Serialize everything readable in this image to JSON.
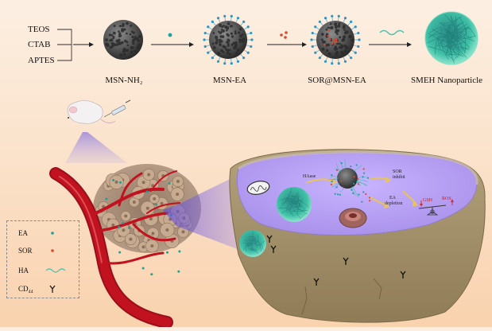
{
  "reagents": [
    "TEOS",
    "CTAB",
    "APTES"
  ],
  "stages": [
    {
      "label": "MSN-NH₂"
    },
    {
      "label": "MSN-EA"
    },
    {
      "label": "SOR@MSN-EA"
    },
    {
      "label": "SMEH Nanoparticle"
    }
  ],
  "cell_labels": {
    "haase": "HAase",
    "sor_inhibit_line1": "SOR",
    "sor_inhibit_line2": "inhibit",
    "ea_depletion_line1": "EA",
    "ea_depletion_line2": "depletion",
    "gsh": "GSH",
    "ros": "ROS"
  },
  "legend": [
    {
      "label": "EA",
      "marker": "dot",
      "color": "#19a39a"
    },
    {
      "label": "SOR",
      "marker": "dot",
      "color": "#e0452f"
    },
    {
      "label": "HA",
      "marker": "wave",
      "color": "#4fc1aa"
    },
    {
      "label": "CD₄₄",
      "marker": "antibody",
      "color": "#111111"
    }
  ],
  "colors": {
    "ea_dot": "#19a39a",
    "sor_dot": "#e0452f",
    "ha_strand": "#4fc1aa",
    "nanoparticle_core": "#5a5a5a",
    "cell_membrane": "#9a8a69",
    "cytoplasm": "#b79ef0",
    "vessel": "#c1121f"
  },
  "icons": [
    "mouse-icon",
    "syringe-icon",
    "mitochondrion-icon",
    "nucleus-icon",
    "balance-icon",
    "antibody-icon"
  ]
}
